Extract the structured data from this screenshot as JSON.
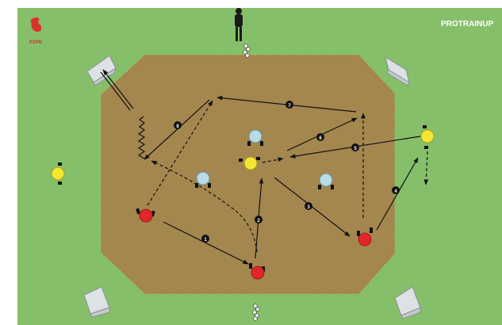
{
  "brand": {
    "watermark": "PROTRAINUP",
    "logo_caption": "PZPN"
  },
  "colors": {
    "grass": "#86bf6a",
    "pitch": "#a4874f",
    "pitch_border": "#c26a3e",
    "red_team": "#e2262a",
    "yellow_team": "#f4e633",
    "blue_team": "#b8dbe8",
    "coach": "#1a1a1a",
    "arrow": "#111111",
    "goal": "#d8dde0"
  },
  "players": [
    {
      "id": "red-1",
      "team": "red"
    },
    {
      "id": "red-2",
      "team": "red"
    },
    {
      "id": "red-3",
      "team": "red"
    },
    {
      "id": "yellow-left",
      "team": "yellow"
    },
    {
      "id": "yellow-center",
      "team": "yellow"
    },
    {
      "id": "yellow-right",
      "team": "yellow"
    },
    {
      "id": "blue-1",
      "team": "blue"
    },
    {
      "id": "blue-2",
      "team": "blue"
    },
    {
      "id": "blue-3",
      "team": "blue"
    }
  ],
  "steps": [
    "1",
    "2",
    "3",
    "4",
    "5",
    "6",
    "7",
    "8"
  ]
}
